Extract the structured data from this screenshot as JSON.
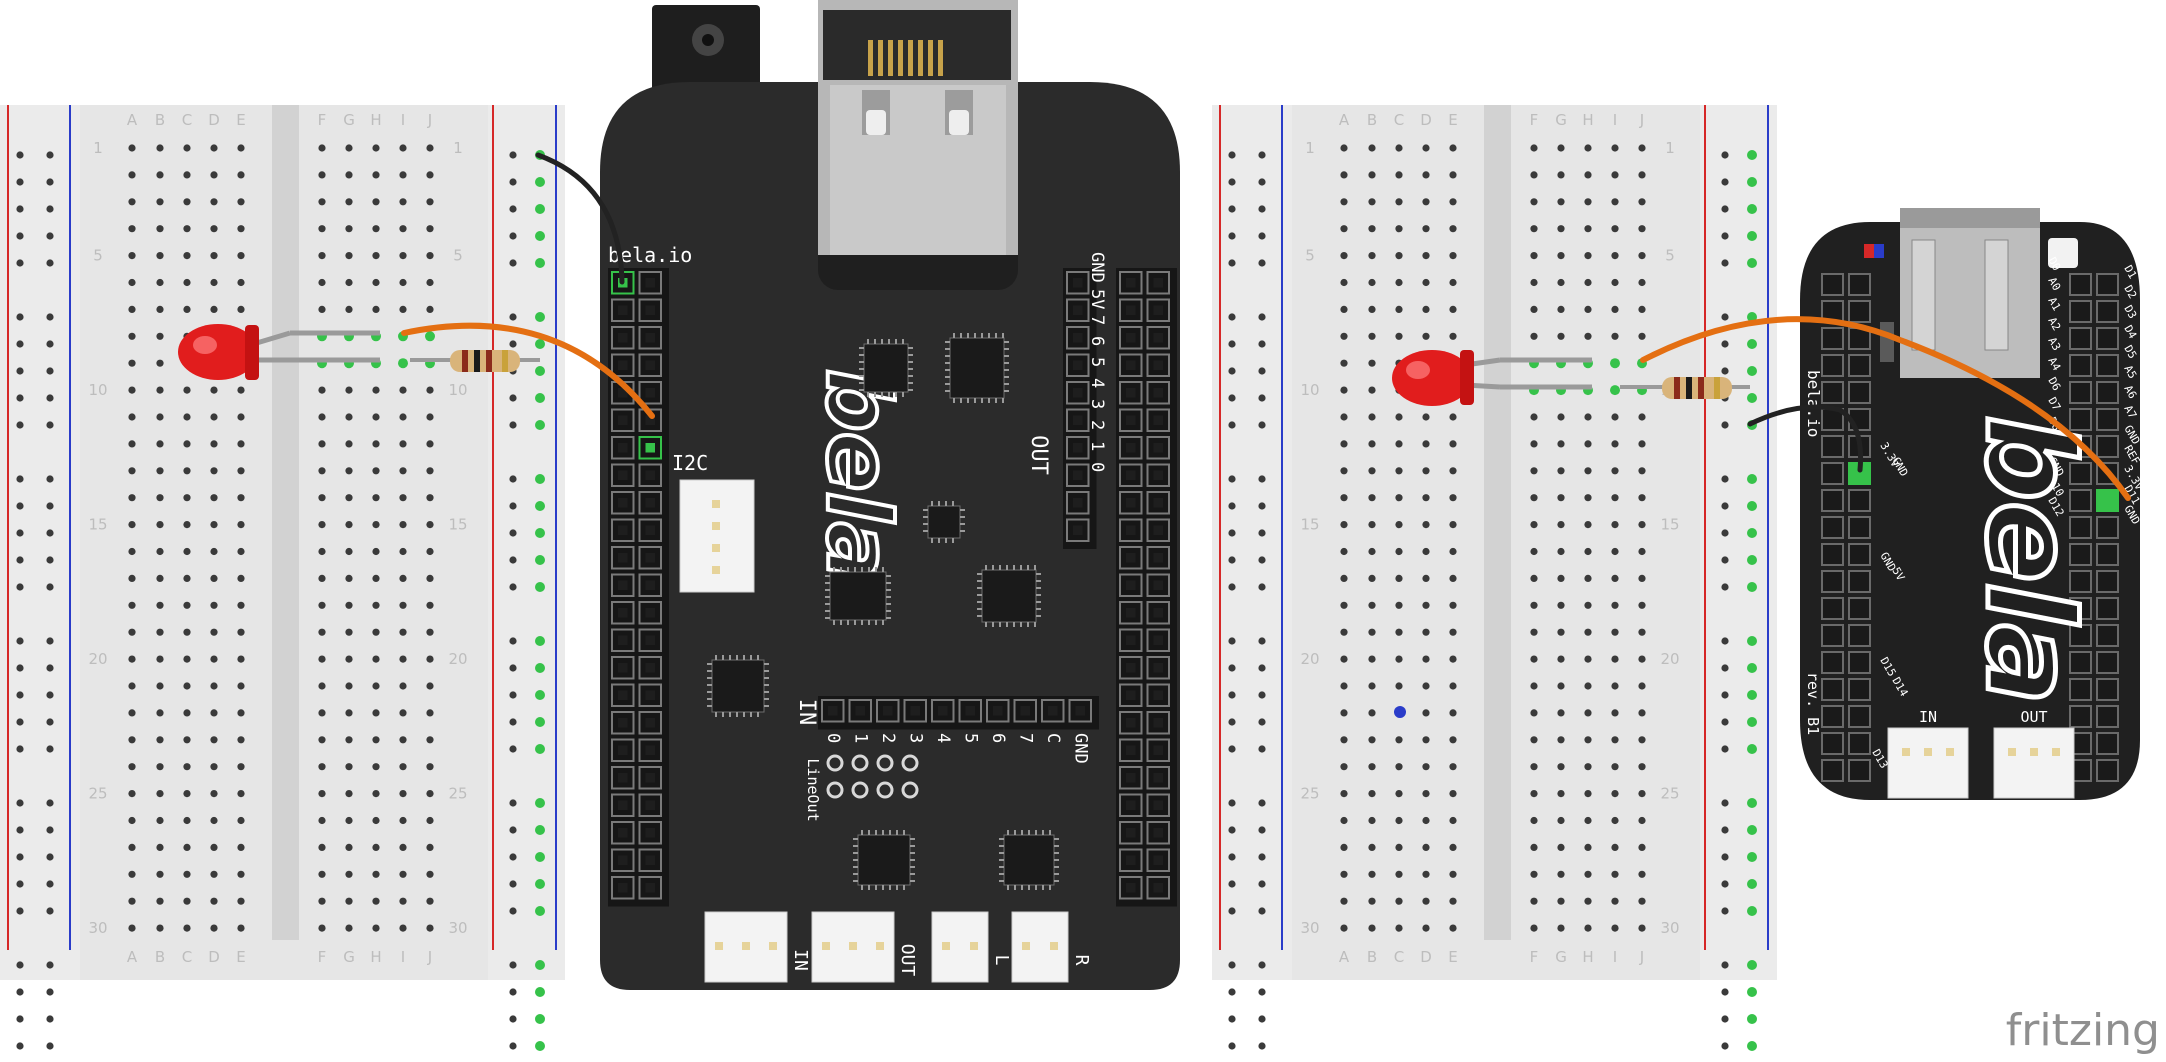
{
  "breadboard": {
    "columns_left": [
      "A",
      "B",
      "C",
      "D",
      "E"
    ],
    "columns_right": [
      "F",
      "G",
      "H",
      "I",
      "J"
    ],
    "row_numbers": [
      "1",
      "5",
      "10",
      "15",
      "20",
      "25",
      "30"
    ]
  },
  "bela_cape": {
    "site_label": "bela.io",
    "power_label": "5V",
    "i2c_label": "I2C",
    "digital_header_labels": [
      "GND",
      "5V",
      "7",
      "6",
      "5",
      "4",
      "3",
      "2",
      "1",
      "0"
    ],
    "out_label": "OUT",
    "in_label": "IN",
    "analog_in_labels": [
      "0",
      "1",
      "2",
      "3",
      "4",
      "5",
      "6",
      "7",
      "C",
      "GND"
    ],
    "lineout_label": "LineOut",
    "connector_labels": [
      "IN",
      "OUT",
      "L",
      "R"
    ],
    "logo": "bela"
  },
  "bela_mini": {
    "site_label": "bela.io",
    "rev_label": "rev. B1",
    "left_pins": [
      "3.3V",
      "GND",
      "GND",
      "5V",
      "D15",
      "D14",
      "D13"
    ],
    "right_pins": [
      "D0",
      "D1",
      "A0",
      "D2",
      "A1",
      "D3",
      "A2",
      "D4",
      "A3",
      "D5",
      "A4",
      "A5",
      "D6",
      "A6",
      "D7",
      "A7",
      "D8",
      "GND",
      "D9",
      "REF",
      "GND",
      "3.3V",
      "D10",
      "D11",
      "D12",
      "GND"
    ],
    "connector_labels": [
      "IN",
      "OUT"
    ],
    "logo": "bela"
  },
  "watermark": "fritzing",
  "colors": {
    "board": "#2b2b2b",
    "breadboard": "#e6e6e6",
    "wire_orange": "#e46f12",
    "wire_black": "#222222",
    "led_red": "#e11d1d",
    "rail_red": "#d62828",
    "rail_blue": "#2a3cc9",
    "pin_green": "#36c24a"
  }
}
